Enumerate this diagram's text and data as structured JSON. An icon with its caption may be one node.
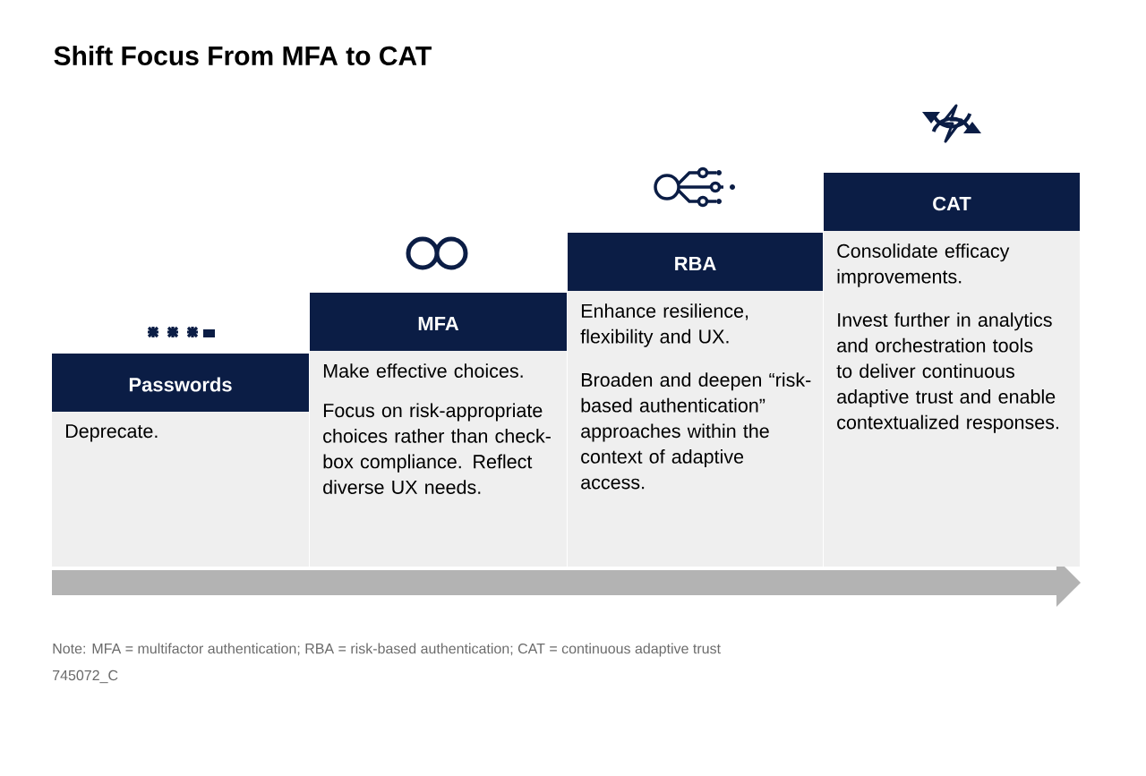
{
  "diagram": {
    "title": "Shift Focus From MFA to CAT",
    "nodes": [
      {
        "text": [
          "Passwords",
          "Deprecate."
        ]
      },
      {
        "text": [
          "MFA",
          "Make effective choices.",
          "Focus on risk-appropriate choices rather than check-box compliance. Reflect diverse UX needs."
        ]
      },
      {
        "text": [
          "RBA",
          "Enhance resilience, flexibility and UX.",
          "Broaden and deepen “risk-based authentication” approaches within the context of adaptive access."
        ]
      },
      {
        "text": [
          "CAT",
          "Consolidate efficacy improvements.",
          "Invest further in analytics and orchestration tools to deliver continuous adaptive trust and enable contextualized responses."
        ]
      }
    ],
    "labels": [
      "Note: MFA = multifactor authentication; RBA = risk-based authentication; CAT = continuous adaptive trust",
      "745072_C"
    ]
  }
}
